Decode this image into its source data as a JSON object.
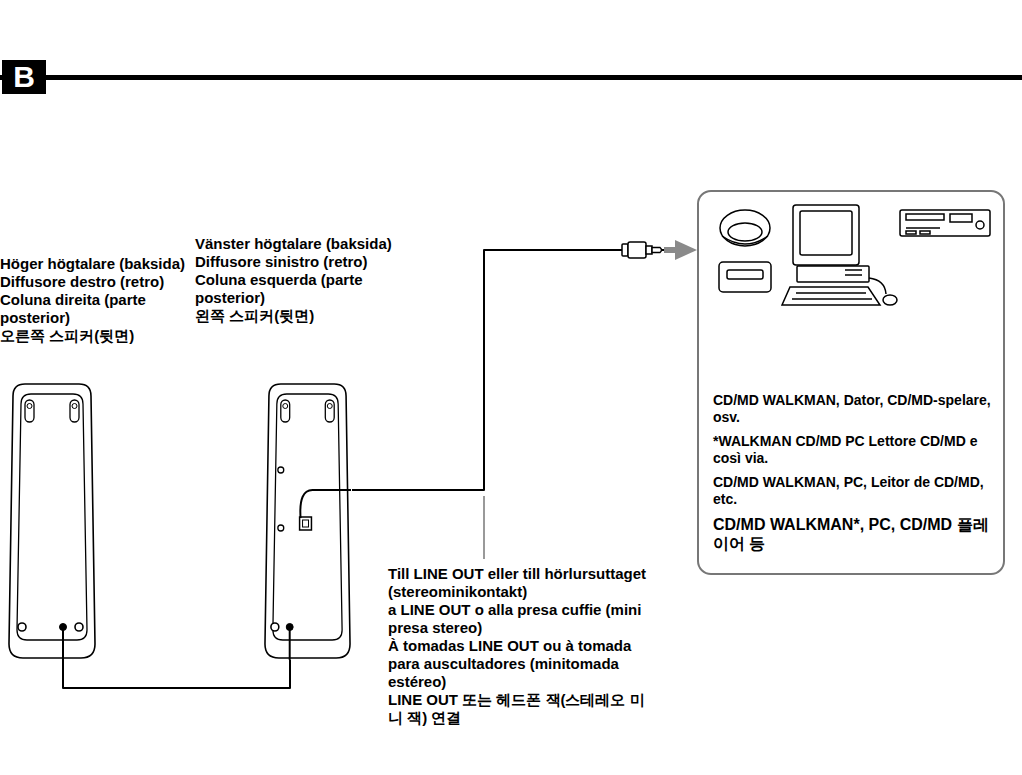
{
  "diagram": {
    "nodes": [
      {
        "text": [
          "B"
        ]
      },
      {
        "text": [
          "Höger högtalare (baksida)",
          "Diffusore destro (retro)",
          "Coluna direita (parte posterior)",
          "오른쪽 스피커(뒷면)"
        ]
      },
      {
        "text": [
          "Vänster högtalare (baksida)",
          "Diffusore sinistro (retro)",
          "Coluna esquerda (parte posterior)",
          "왼쪽 스피커(뒷면)"
        ]
      },
      {
        "text": [
          "CD/MD WALKMAN, Dator, CD/MD-spelare, osv.",
          "*WALKMAN CD/MD PC Lettore CD/MD e così via.",
          "CD/MD WALKMAN, PC, Leitor de CD/MD, etc.",
          "CD/MD WALKMAN*, PC, CD/MD 플레이어 등"
        ]
      }
    ],
    "edges": [
      {
        "from": 1,
        "to": 2,
        "arrow": "none"
      },
      {
        "from": 2,
        "to": 3,
        "arrow": "to"
      }
    ],
    "labels": [
      "Till LINE OUT eller till hörlursuttaget (stereominikontakt)",
      "a LINE OUT o alla presa cuffie (mini presa stereo)",
      "À tomadas LINE OUT ou à tomada para auscultadores (minitomada estéreo)",
      "LINE OUT 또는 헤드폰 잭(스테레오 미니 잭) 연결"
    ]
  }
}
